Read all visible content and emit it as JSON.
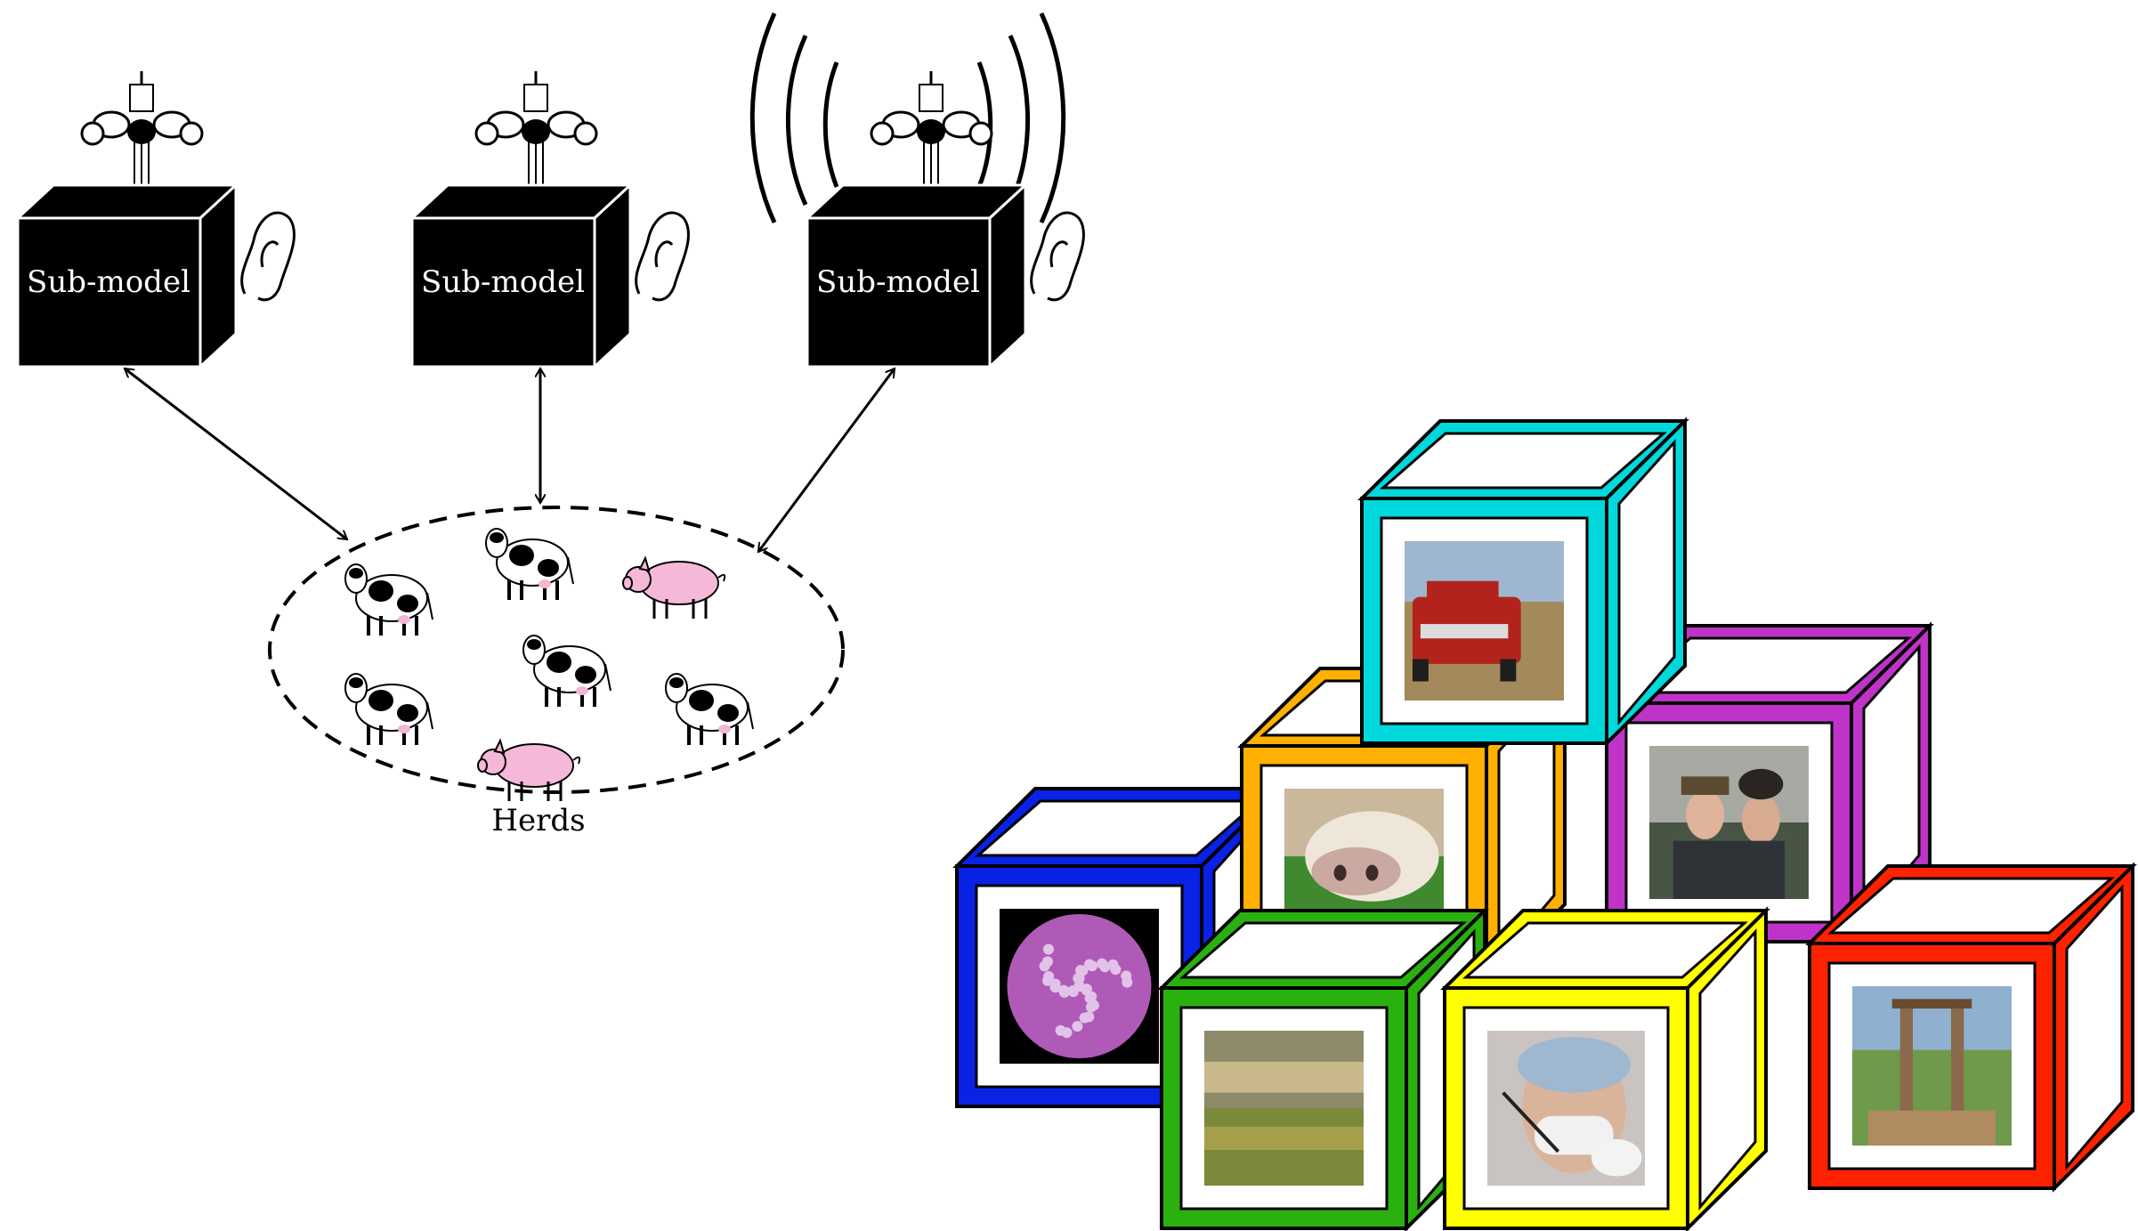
{
  "submodels": [
    {
      "label": "Sub-model",
      "broadcasting": false
    },
    {
      "label": "Sub-model",
      "broadcasting": false
    },
    {
      "label": "Sub-model",
      "broadcasting": true
    }
  ],
  "herd": {
    "label": "Herds",
    "animals": [
      "cow",
      "cow",
      "pig",
      "cow",
      "cow",
      "cow",
      "pig"
    ]
  },
  "blocks": [
    {
      "color": "#0a22e6",
      "picture": "virus-particle"
    },
    {
      "color": "#ffb000",
      "picture": "cow-closeup"
    },
    {
      "color": "#2ab00f",
      "picture": "landscape-painting"
    },
    {
      "color": "#ffff00",
      "picture": "lab-worker"
    },
    {
      "color": "#00d8dc",
      "picture": "red-truck"
    },
    {
      "color": "#c033c8",
      "picture": "two-detectives"
    },
    {
      "color": "#ff2200",
      "picture": "guillotine"
    }
  ]
}
